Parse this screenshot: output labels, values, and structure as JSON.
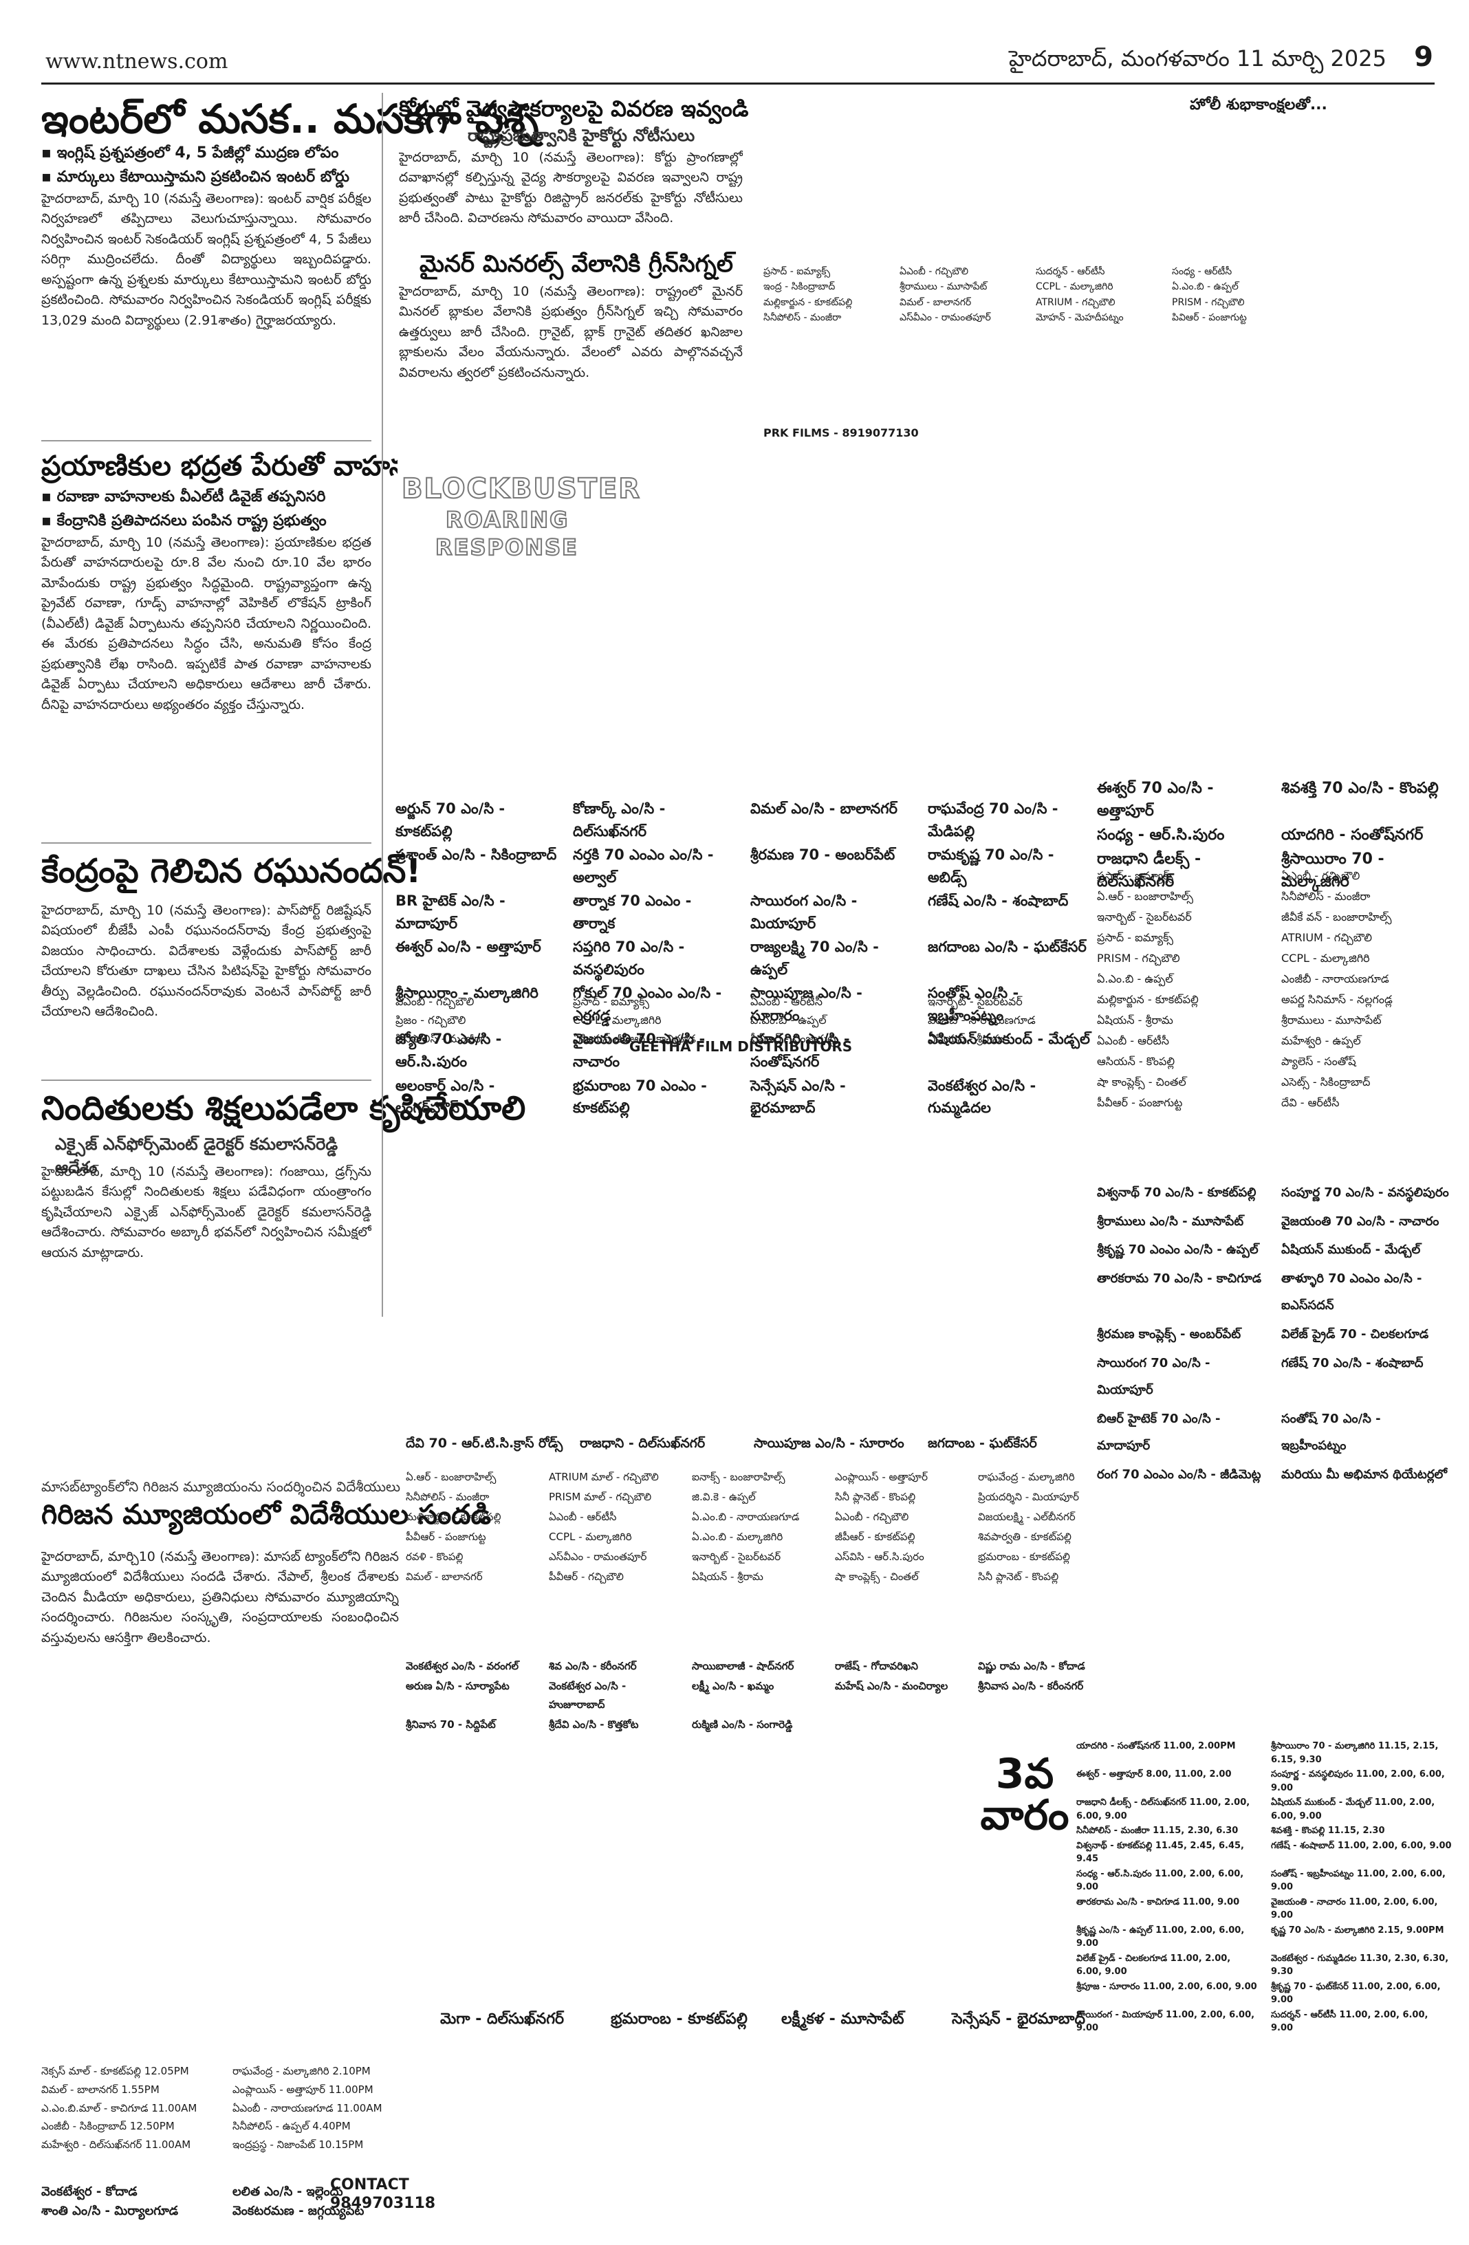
{
  "masthead": {
    "site": "www.ntnews.com",
    "dateline": "హైదరాబాద్, మంగళవారం 11 మార్చి 2025",
    "page_number": "9"
  },
  "articles": {
    "inter": {
      "headline": "ఇంటర్‌లో మసక.. మసకగా ప్రశ్న",
      "bullet1": "ఇంగ్లిష్ ప్రశ్నపత్రంలో 4, 5 పేజీల్లో ముద్రణ లోపం",
      "bullet2": "మార్కులు కేటాయిస్తామని ప్రకటించిన ఇంటర్ బోర్డు",
      "body": "హైదరాబాద్, మార్చి 10 (నమస్తే తెలంగాణ): ఇంటర్ వార్షిక పరీక్షల నిర్వహణలో తప్పిదాలు వెలుగుచూస్తున్నాయి. సోమవారం నిర్వహించిన ఇంటర్ సెకండియర్ ఇంగ్లిష్ ప్రశ్నపత్రంలో 4, 5 పేజీలు సరిగ్గా ముద్రించలేదు. దీంతో విద్యార్థులు ఇబ్బందిపడ్డారు. అస్పష్టంగా ఉన్న ప్రశ్నలకు మార్కులు కేటాయిస్తామని ఇంటర్ బోర్డు ప్రకటించింది. సోమవారం నిర్వహించిన సెకండియర్ ఇంగ్లిష్ పరీక్షకు 13,029 మంది విద్యార్థులు (2.91శాతం) గైర్హాజరయ్యారు."
    },
    "courts": {
      "headline": "కోర్టుల్లో వైద్యసౌకర్యాలపై వివరణ ఇవ్వండి",
      "kicker": "రాష్ట్రప్రభుత్వానికి హైకోర్టు నోటీసులు",
      "body": "హైదరాబాద్, మార్చి 10 (నమస్తే తెలంగాణ): కోర్టు ప్రాంగణాల్లో దవాఖానల్లో కల్పిస్తున్న వైద్య సౌకర్యాలపై వివరణ ఇవ్వాలని రాష్ట్ర ప్రభుత్వంతో పాటు హైకోర్టు రిజిస్ట్రార్ జనరల్‌కు హైకోర్టు నోటీసులు జారీ చేసింది. విచారణను సోమవారం వాయిదా వేసింది."
    },
    "mineral": {
      "headline": "మైనర్ మినరల్స్ వేలానికి గ్రీన్‌సిగ్నల్",
      "body": "హైదరాబాద్, మార్చి 10 (నమస్తే తెలంగాణ): రాష్ట్రంలో మైనర్ మినరల్ బ్లాకుల వేలానికి ప్రభుత్వం గ్రీన్‌సిగ్నల్ ఇచ్చి సోమవారం ఉత్తర్వులు జారీ చేసింది. గ్రానైట్, బ్లాక్ గ్రానైట్ తదితర ఖనిజాల బ్లాకులను వేలం వేయనున్నారు. వేలంలో ఎవరు పాల్గొనవచ్చనే వివరాలను త్వరలో ప్రకటించనున్నారు."
    },
    "vehicles": {
      "headline": "ప్రయాణికుల భద్రత పేరుతో వాహనదారులపై భారం",
      "bullet1": "రవాణా వాహనాలకు వీఎల్‌టీ డివైజ్ తప్పనిసరి",
      "bullet2": "కేంద్రానికి ప్రతిపాదనలు పంపిన రాష్ట్ర ప్రభుత్వం",
      "body": "హైదరాబాద్, మార్చి 10 (నమస్తే తెలంగాణ): ప్రయాణికుల భద్రత పేరుతో వాహనదారులపై రూ.8 వేల నుంచి రూ.10 వేల భారం మోపేందుకు రాష్ట్ర ప్రభుత్వం సిద్ధమైంది. రాష్ట్రవ్యాప్తంగా ఉన్న ప్రైవేట్ రవాణా, గూడ్స్ వాహనాల్లో వెహికిల్ లొకేషన్ ట్రాకింగ్ (వీఎల్‌టీ) డివైజ్ ఏర్పాటును తప్పనిసరి చేయాలని నిర్ణయించింది. ఈ మేరకు ప్రతిపాదనలు సిద్ధం చేసి, అనుమతి కోసం కేంద్ర ప్రభుత్వానికి లేఖ రాసింది. ఇప్పటికే పాత రవాణా వాహనాలకు డివైజ్ ఏర్పాటు చేయాలని అధికారులు ఆదేశాలు జారీ చేశారు. దీనిపై వాహనదారులు అభ్యంతరం వ్యక్తం చేస్తున్నారు."
    },
    "raghunandan": {
      "headline": "కేంద్రంపై గెలిచిన రఘునందన్!",
      "body": "హైదరాబాద్, మార్చి 10 (నమస్తే తెలంగాణ): పాస్‌పోర్ట్ రిజిష్టేషన్ విషయంలో బీజేపీ ఎంపీ రఘునందన్‌రావు కేంద్ర ప్రభుత్వంపై విజయం సాధించారు. విదేశాలకు వెళ్లేందుకు పాస్‌పోర్ట్ జారీ చేయాలని కోరుతూ దాఖలు చేసిన పిటిషన్‌పై హైకోర్టు సోమవారం తీర్పు వెల్లడించింది. రఘునందన్‌రావుకు వెంటనే పాస్‌పోర్ట్ జారీ చేయాలని ఆదేశించింది."
    },
    "accused": {
      "headline": "నిందితులకు శిక్షలుపడేలా కృషిచేయాలి",
      "kicker": "ఎక్సైజ్ ఎన్‌ఫోర్స్‌మెంట్ డైరెక్టర్ కమలాసన్‌రెడ్డి ఆదేశం",
      "body": "హైదరాబాద్, మార్చి 10 (నమస్తే తెలంగాణ): గంజాయి, డ్రగ్స్‌ను పట్టుబడిన కేసుల్లో నిందితులకు శిక్షలు పడేవిధంగా యంత్రాంగం కృషిచేయాలని ఎక్సైజ్ ఎన్‌ఫోర్స్‌మెంట్ డైరెక్టర్ కమలాసన్‌రెడ్డి ఆదేశించారు. సోమవారం అబ్కారీ భవన్‌లో నిర్వహించిన సమీక్షలో ఆయన మాట్లాడారు."
    },
    "tribal": {
      "kicker": "మాసబ్‌ట్యాంక్‌లోని గిరిజన మ్యూజియంను సందర్శించిన విదేశీయులు",
      "headline": "గిరిజన మ్యూజియంలో విదేశీయుల సందడి",
      "body": "హైదరాబాద్, మార్చి10 (నమస్తే తెలంగాణ): మాసబ్ ట్యాంక్‌లోని గిరిజన మ్యూజియంలో విదేశీయులు సందడి చేశారు. నేపాల్, శ్రీలంక దేశాలకు చెందిన మీడియా అధికారులు, ప్రతినిధులు సోమవారం మ్యూజియాన్ని సందర్శించారు. గిరిజనుల సంస్కృతి, సంప్రదాయాలకు సంబంధించిన వస్తువులను ఆసక్తిగా తిలకించారు."
    }
  },
  "ads": {
    "holi": "హోలీ శుభాకాంక్షలతో...",
    "prk": "PRK FILMS - 8919077130",
    "blockbuster": [
      "BLOCKBUSTER",
      "ROARING",
      "RESPONSE"
    ],
    "geetha": "GEETHA FILM DISTRIBUTORS",
    "week": "3వ వారం",
    "contact_label": "CONTACT",
    "contact_number": "9849703118"
  },
  "theatres": {
    "prk_list": [
      "ప్రసాద్ - ఐమ్యాక్స్",
      "ఏఎంబీ - గచ్చిబౌలి",
      "సుదర్శన్ - ఆర్‌టీసీ",
      "సంధ్య - ఆర్‌టీసీ",
      "ఇంద్ర - సికింద్రాబాద్",
      "శ్రీరాములు - మూసాపేట్",
      "CCPL - మల్కాజిగిరి",
      "ఏ.ఎం.బి - ఉప్పల్",
      "మల్లికార్జున - కూకట్‌పల్లి",
      "విమల్ - బాలానగర్",
      "ATRIUM - గచ్చిబౌలి",
      "PRISM - గచ్చిబౌలి",
      "సినీపోలిస్ - మంజీరా",
      "ఎస్‌వీఎం - రామంతపూర్",
      "మోహన్ - మెహదీపట్నం",
      "పివిఆర్ - పంజాగుట్ట"
    ],
    "geetha_big": [
      "అర్జున్ 70 ఎం/సి - కూకట్‌పల్లి",
      "ప్రశాంత్ ఎం/సి - సికింద్రాబాద్",
      "BR హైటెక్ ఎం/సి - మాదాపూర్",
      "ఈశ్వర్ ఎం/సి - అత్తాపూర్",
      "శ్రీసాయిరాం - మల్కాజిగిరి",
      "జ్యోతి 70 ఎం/సి - ఆర్.సి.పురం",
      "అలంకార్ ఎం/సి - లంగర్‌హౌస్",
      "కోణార్క్ ఎం/సి - దిల్‌సుఖ్‌నగర్",
      "నర్తకి 70 ఎంఎం ఎం/సి - అల్వాల్",
      "తార్నాక 70 ఎంఎం - తార్నాక",
      "సప్తగిరి 70 ఎం/సి - వనస్థలిపురం",
      "గోకుల్ 70 ఎంఎం ఎం/సి - ఎర్రగడ్డ",
      "వైజయంతి 70 ఎం/సి - నాచారం",
      "భ్రమరాంబ 70 ఎంఎం - కూకట్‌పల్లి",
      "విమల్ ఎం/సి - బాలానగర్",
      "శ్రీరమణ 70 - అంబర్‌పేట్",
      "సాయిరంగ ఎం/సి - మియాపూర్",
      "రాజ్యలక్ష్మి 70 ఎం/సి - ఉప్పల్",
      "సాయిపూజ ఎం/సి - సూరారం",
      "యాదగిరి ఎం/సి - సంతోష్‌నగర్",
      "సెన్సేషన్ ఎం/సి - భైరమాబాద్",
      "రాఘవేంద్ర 70 ఎం/సి - మేడిపల్లి",
      "రామకృష్ణ 70 ఎం/సి - అబిడ్స్",
      "గణేష్ ఎం/సి - శంషాబాద్",
      "జగదాంబ ఎం/సి - ఘట్‌కేసర్",
      "సంతోష్ ఎం/సి - ఇబ్రహీంపట్నం",
      "ఏషియన్ ముకుంద్ - మేడ్చల్",
      "వెంకటేశ్వర ఎం/సి - గుమ్మడిదల"
    ],
    "geetha_small": [
      "ఏఎంబీ - గచ్చిబౌలి",
      "ప్రసాద్ - ఐమ్యాక్స్",
      "ఏఎంబీ - ఆర్‌టీసీ",
      "ఇనార్బిట్ - సైబర్‌టవర్",
      "ప్రిజం - గచ్చిబౌలి",
      "CCPL - మల్కాజిగిరి",
      "ఏ.ఎం.బి - ఉప్పల్",
      "ఎంజీబీ - నారాయణగూడ",
      "సినీపోలిస్ - మంజీరా",
      "ఏషియన్ జీపీఆర్ - కాచిగూడ",
      "పీవీఆర్ - పంజాగుట్ట",
      "ఏషియన్ - శ్రీరామ"
    ],
    "right_big": [
      "ఈశ్వర్ 70 ఎం/సి - అత్తాపూర్",
      "శివశక్తి 70 ఎం/సి - కొంపల్లి",
      "సంధ్య - ఆర్.సి.పురం",
      "యాదగిరి - సంతోష్‌నగర్",
      "రాజధాని డీలక్స్ - దిల్‌సుఖ్‌నగర్",
      "శ్రీసాయిరాం 70 - మల్కాజిగిరి"
    ],
    "right_small": [
      "ప్రసాద్ - ఐమ్యాక్స్",
      "ఏఎంబీ - గచ్చిబౌలి",
      "ఏ.ఆర్ - బంజారాహిల్స్",
      "సినీపోలిస్ - మంజీరా",
      "ఇనార్బిట్ - సైబర్‌టవర్",
      "జీవీకే వన్ - బంజారాహిల్స్",
      "ప్రసాద్ - ఐమ్యాక్స్",
      "ATRIUM - గచ్చిబౌలి",
      "PRISM - గచ్చిబౌలి",
      "CCPL - మల్కాజిగిరి",
      "ఏ.ఎం.బి - ఉప్పల్",
      "ఎంజీబీ - నారాయణగూడ",
      "మల్లికార్జున - కూకట్‌పల్లి",
      "అపర్ణ సినిమాస్ - నల్లగండ్ల",
      "ఏషియన్ - శ్రీరామ",
      "శ్రీరాములు - మూసాపేట్",
      "ఏఎంబీ - ఆర్‌టీసీ",
      "మహేశ్వరి - ఉప్పల్",
      "ఆసియన్ - కొంపల్లి",
      "ప్యాలెస్ - సంతోష్",
      "షా కాంప్లెక్స్ - చింతల్",
      "ఎసెట్స్ - సికింద్రాబాద్",
      "పీవీఆర్ - పంజాగుట్ట",
      "దేవి - ఆర్‌టీసీ"
    ],
    "right_big2": [
      "విశ్వనాథ్ 70 ఎం/సి - కూకట్‌పల్లి",
      "సంపూర్ణ 70 ఎం/సి - వనస్థలిపురం",
      "శ్రీరాములు ఎం/సి - మూసాపేట్",
      "వైజయంతి 70 ఎం/సి - నాచారం",
      "శ్రీకృష్ణ 70 ఎంఎం ఎం/సి - ఉప్పల్",
      "ఏషియన్ ముకుంద్ - మేడ్చల్",
      "తారకరామ 70 ఎం/సి - కాచిగూడ",
      "తాళ్ళూరి 70 ఎంఎం ఎం/సి - ఐఎస్‌సదన్",
      "శ్రీరమణ కాంప్లెక్స్ - అంబర్‌పేట్",
      "విలేజ్ ప్రైడ్ 70 - చిలకలగూడ",
      "సాయిరంగ 70 ఎం/సి - మియాపూర్",
      "గణేష్ 70 ఎం/సి - శంషాబాద్",
      "బిఆర్ హైటెక్ 70 ఎం/సి - మాదాపూర్",
      "సంతోష్ 70 ఎం/సి - ఇబ్రహీంపట్నం",
      "రంగ 70 ఎంఎం ఎం/సి - జీడిమెట్ల",
      "మరియు మీ అభిమాన థియేటర్లలో"
    ],
    "devi_headers": [
      "దేవి 70 - ఆర్.టి.సి.క్రాస్ రోడ్స్",
      "రాజధాని - దిల్‌సుఖ్‌నగర్",
      "సాయిపూజ ఎం/సి - సూరారం",
      "జగదాంబ - ఘట్‌కేసర్"
    ],
    "devi_grid": [
      "ఏ.ఆర్ - బంజారాహిల్స్",
      "ATRIUM మాల్ - గచ్చిబౌలి",
      "ఐనాక్స్ - బంజారాహిల్స్",
      "ఎంప్లాయిస్ - అత్తాపూర్",
      "రాఘవేంద్ర - మల్కాజిగిరి",
      "సినీపోలిస్ - మంజీరా",
      "PRISM మాల్ - గచ్చిబౌలి",
      "జి.వి.కె - ఉప్పల్",
      "సినీ ప్లానెట్ - కొంపల్లి",
      "ప్రియదర్శిని - మియాపూర్",
      "మల్లికార్జున - కూకట్‌పల్లి",
      "ఏఎంబీ - ఆర్‌టీసీ",
      "ఏ.ఎం.బి - నారాయణగూడ",
      "ఏఎంబీ - గచ్చిబౌలి",
      "విజయలక్ష్మి - ఎల్‌బీనగర్",
      "పీవీఆర్ - పంజాగుట్ట",
      "CCPL - మల్కాజిగిరి",
      "ఏ.ఎం.బి - మల్కాజిగిరి",
      "జీపీఆర్ - కూకట్‌పల్లి",
      "శివపార్వతి - కూకట్‌పల్లి",
      "రవళి - కొంపల్లి",
      "ఎస్‌వీఎం - రామంతపూర్",
      "ఇనార్బిట్ - సైబర్‌టవర్",
      "ఎస్‌విసి - ఆర్.సి.పురం",
      "భ్రమరాంబ - కూకట్‌పల్లి",
      "విమల్ - బాలానగర్",
      "పీవీఆర్ - గచ్చిబౌలి",
      "ఏషియన్ - శ్రీరామ",
      "షా కాంప్లెక్స్ - చింతల్",
      "సినీ ప్లానెట్ - కొంపల్లి"
    ],
    "devi_bottom": [
      "వెంకటేశ్వర ఎం/సి - వరంగల్",
      "శివ ఎం/సి - కరీంనగర్",
      "సాయిబాలాజీ - షాద్‌నగర్",
      "రాజేష్ - గోదావరిఖని",
      "విష్ణు రామ ఎం/సి - కోదాడ",
      "అరుణ ఏ/సి - సూర్యాపేట",
      "వెంకటేశ్వర ఎం/సి - హుజూరాబాద్",
      "లక్ష్మీ ఎం/సి - ఖమ్మం",
      "మహేష్ ఎం/సి - మంచిర్యాల",
      "శ్రీనివాస ఎం/సి - కరీంనగర్",
      "శ్రీనివాస 70 - సిద్దిపేట్",
      "శ్రీదేవి ఎం/సి - కొత్తకోట",
      "రుక్మిణి ఎం/సి - సంగారెడ్డి"
    ],
    "week_list": [
      "యాదగిరి - సంతోష్‌నగర్ 11.00, 2.00PM",
      "ఈశ్వర్ - అత్తాపూర్ 8.00, 11.00, 2.00",
      "రాజధాని డీలక్స్ - దిల్‌సుఖ్‌నగర్ 11.00, 2.00, 6.00, 9.00",
      "సినీపోలిస్ - మంజీరా 11.15, 2.30, 6.30",
      "విశ్వనాథ్ - కూకట్‌పల్లి 11.45, 2.45, 6.45, 9.45",
      "సంధ్య - ఆర్.సి.పురం 11.00, 2.00, 6.00, 9.00",
      "తారకరామ ఎం/సి - కాచిగూడ 11.00, 9.00",
      "శ్రీకృష్ణ ఎం/సి - ఉప్పల్ 11.00, 2.00, 6.00, 9.00",
      "విలేజ్ ప్రైడ్ - చిలకలగూడ 11.00, 2.00, 6.00, 9.00",
      "శ్రీపూజ - సూరారం 11.00, 2.00, 6.00, 9.00",
      "సాయిరంగ - మియాపూర్ 11.00, 2.00, 6.00, 9.00"
    ],
    "week_list_right": [
      "శ్రీసాయిరాం 70 - మల్కాజిగిరి 11.15, 2.15, 6.15, 9.30",
      "సంపూర్ణ - వనస్థలిపురం 11.00, 2.00, 6.00, 9.00",
      "ఏషియన్ ముకుంద్ - మేడ్చల్ 11.00, 2.00, 6.00, 9.00",
      "శివశక్తి - కొంపల్లి 11.15, 2.30",
      "గణేష్ - శంషాబాద్ 11.00, 2.00, 6.00, 9.00",
      "సంతోష్ - ఇబ్రహీంపట్నం 11.00, 2.00, 6.00, 9.00",
      "వైజయంతి - నాచారం 11.00, 2.00, 6.00, 9.00",
      "కృష్ణ 70 ఎం/సి - మల్కాజిగిరి 2.15, 9.00PM",
      "వెంకటేశ్వర - గుమ్మడిదల 11.30, 2.30, 6.30, 9.30",
      "శ్రీకృష్ణ 70 - ఘట్‌కేసర్ 11.00, 2.00, 6.00, 9.00",
      "సుదర్శన్ - ఆర్‌టీసీ 11.00, 2.00, 6.00, 9.00"
    ],
    "mega_headers": [
      "మెగా - దిల్‌సుఖ్‌నగర్",
      "భ్రమరాంబ - కూకట్‌పల్లి",
      "లక్ష్మీకళ - మూసాపేట్",
      "సెన్సేషన్ - భైరమాబాద్"
    ],
    "mega_left": [
      "నెక్సస్ మాల్ - కూకట్‌పల్లి 12.05PM",
      "రాఘవేంద్ర - మల్కాజిగిరి 2.10PM",
      "విమల్ - బాలానగర్ 1.55PM",
      "ఎంప్లాయిస్ - అత్తాపూర్ 11.00PM",
      "ఎ.ఎం.బి.మాల్ - కాచిగూడ 11.00AM",
      "ఏఎంబీ - నారాయణగూడ 11.00AM",
      "ఎంజీబీ - సికింద్రాబాద్ 12.50PM",
      "సినీపోలిస్ - ఉప్పల్ 4.40PM",
      "మహేశ్వరి - దిల్‌సుఖ్‌నగర్ 11.00AM",
      "ఇంద్రప్రస్థ - నిజాంపేట్ 10.15PM"
    ],
    "mega_bottom_left": [
      "వెంకటేశ్వర - కోదాడ",
      "లలిత ఎం/సి - ఇల్లెందు",
      "శాంతి ఎం/సి - మిర్యాలగూడ",
      "వెంకటరమణ - జగ్గయ్యపేట"
    ]
  }
}
